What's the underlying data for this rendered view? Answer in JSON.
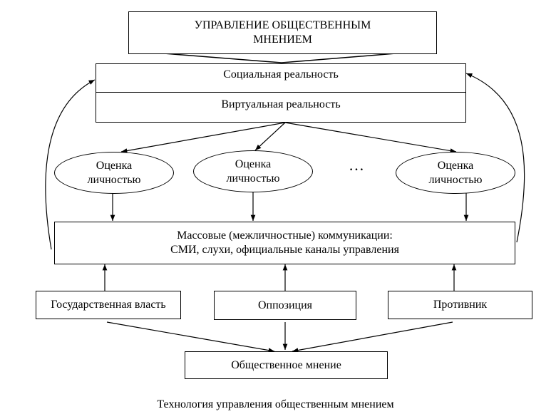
{
  "title_box": "УПРАВЛЕНИЕ ОБЩЕСТВЕННЫМ МНЕНИЕМ",
  "reality_box": {
    "social": "Социальная реальность",
    "virtual": "Виртуальная реальность"
  },
  "assessments": [
    "Оценка личностью",
    "Оценка личностью",
    "Оценка личностью"
  ],
  "ellipsis": "…",
  "communications": {
    "line1": "Массовые (межличностные) коммуникации:",
    "line2": "СМИ, слухи, официальные каналы управления"
  },
  "actors": {
    "state": "Государственная власть",
    "opposition": "Оппозиция",
    "adversary": "Противник"
  },
  "public_opinion": "Общественное мнение",
  "caption": "Технология управления общественным мнением"
}
